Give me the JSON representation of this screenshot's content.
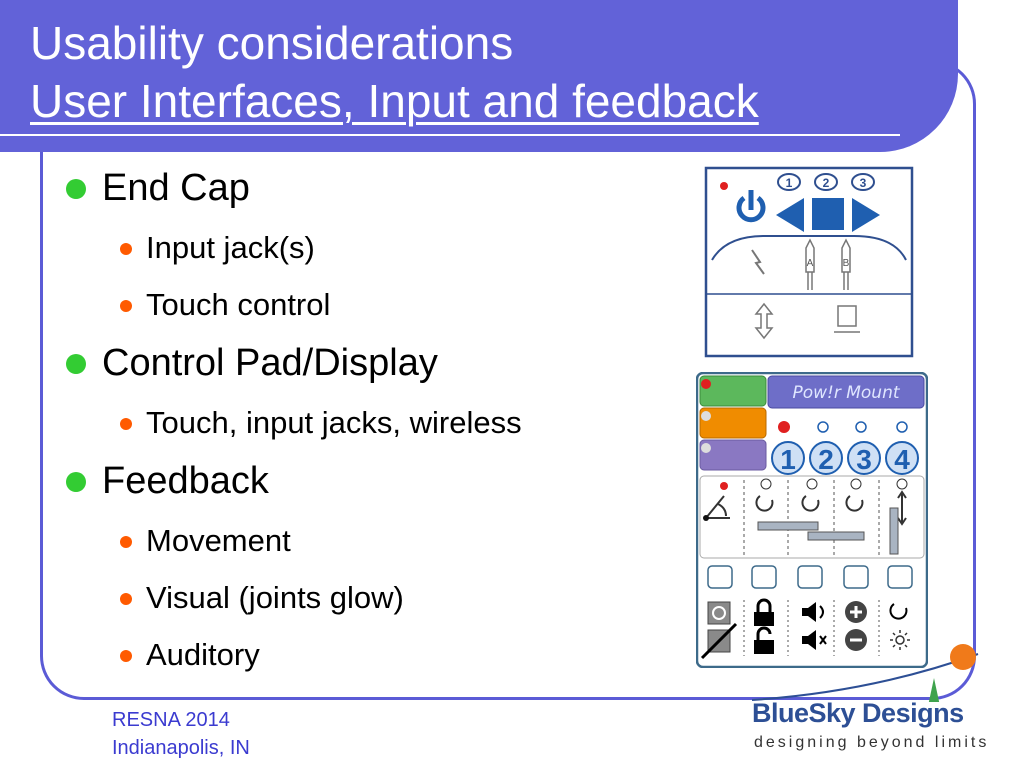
{
  "slide": {
    "title_line1": "Usability considerations",
    "title_line2": "User Interfaces, Input and feedback",
    "bullets": [
      {
        "text": "End Cap",
        "children": [
          "Input jack(s)",
          "Touch control"
        ]
      },
      {
        "text": "Control Pad/Display",
        "children": [
          "Touch, input jacks, wireless"
        ]
      },
      {
        "text": "Feedback",
        "children": [
          "Movement",
          "Visual (joints glow)",
          "Auditory"
        ]
      }
    ],
    "footer_line1": "RESNA 2014",
    "footer_line2": "Indianapolis, IN"
  },
  "endcap_figure": {
    "buttons": [
      "1",
      "2",
      "3"
    ],
    "jacks": [
      "A",
      "B"
    ]
  },
  "pad_figure": {
    "brand": "Pow!r Mount",
    "presets": [
      "1",
      "2",
      "3",
      "4"
    ]
  },
  "logo": {
    "brand": "BlueSky Designs",
    "tagline": "designing beyond limits"
  },
  "colors": {
    "accent": "#6262d8",
    "bullet_level1": "#33cc33",
    "bullet_level2": "#ff5a00",
    "footer_text": "#3b3bd0",
    "pad_green": "#5cb85c",
    "pad_orange": "#f08c00",
    "pad_purple": "#8a78c2",
    "pad_blue": "#1f5fb0"
  }
}
